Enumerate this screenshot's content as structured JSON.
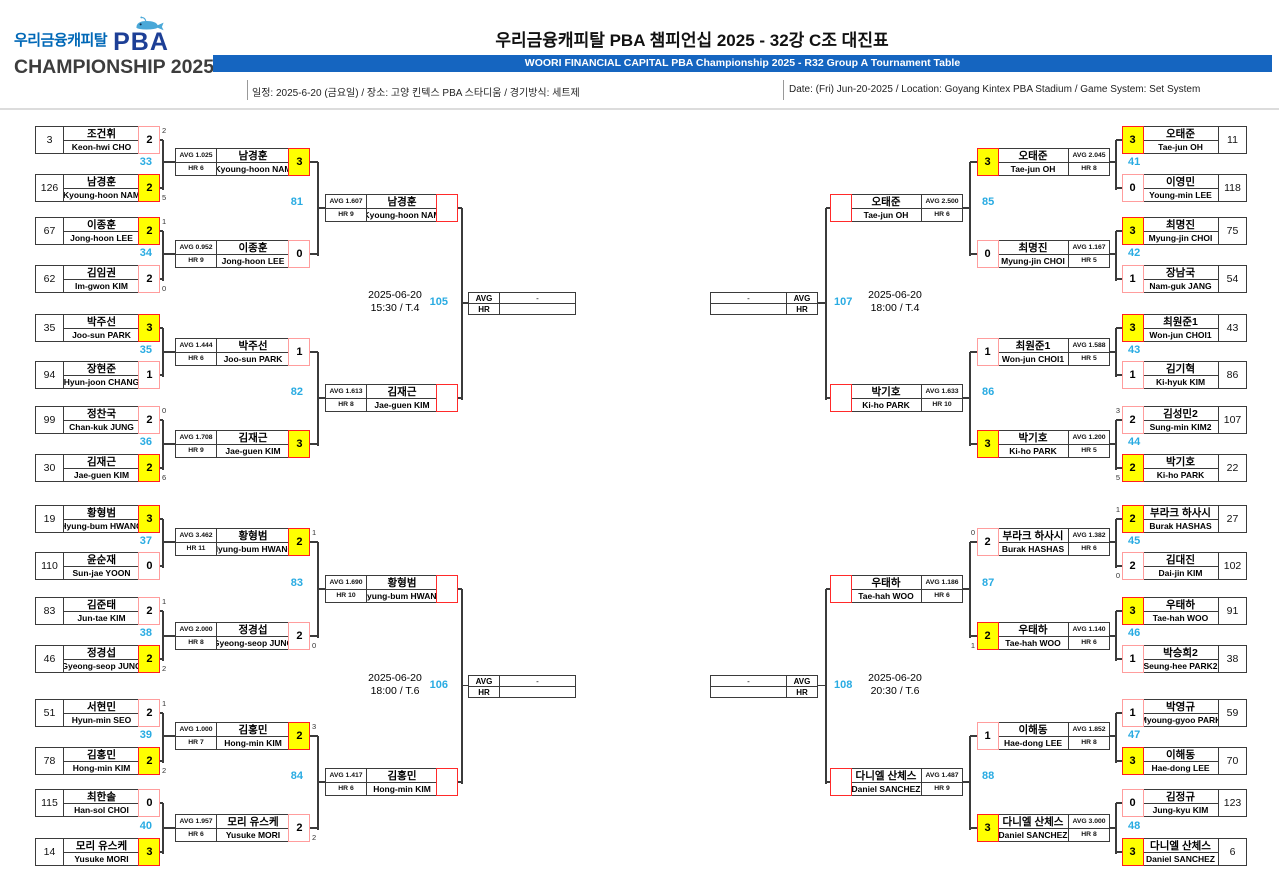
{
  "header": {
    "logo": {
      "brand_kr": "우리금융캐피탈",
      "brand_pba": "PBA",
      "championship": "CHAMPIONSHIP 2025"
    },
    "title_kr": "우리금융캐피탈 PBA 챔피언십 2025 - 32강 C조 대진표",
    "title_en": "WOORI FINANCIAL CAPITAL PBA Championship 2025 - R32 Group A Tournament Table",
    "info_kr": "일정: 2025-6-20 (금요일) / 장소: 고양 킨텍스 PBA 스타디움 / 경기방식: 세트제",
    "info_en": "Date: (Fri) Jun-20-2025 / Location: Goyang Kintex PBA Stadium / Game System: Set System"
  },
  "colors": {
    "accent_blue": "#29abe2",
    "bar_blue": "#1565c0",
    "winner_yellow": "#ffff00",
    "winner_border": "#ff1e1e",
    "loser_border": "#ff9d9d",
    "line_dark": "#3b3b3b",
    "brand_blue": "#0068b7",
    "brand_navy": "#1d3f96"
  },
  "result_labels": {
    "avg": "AVG",
    "hr": "HR",
    "avg_value": "-",
    "hr_value": ""
  },
  "L": {
    "r1": [
      {
        "num": "33",
        "p1": {
          "seed": "3",
          "kr": "조건휘",
          "en": "Keon-hwi CHO",
          "score": "2",
          "sup": "2",
          "win": false
        },
        "p2": {
          "seed": "126",
          "kr": "남경훈",
          "en": "Kyoung-hoon NAM",
          "score": "2",
          "sup": "5",
          "win": true
        }
      },
      {
        "num": "34",
        "p1": {
          "seed": "67",
          "kr": "이종훈",
          "en": "Jong-hoon LEE",
          "score": "2",
          "sup": "1",
          "win": true
        },
        "p2": {
          "seed": "62",
          "kr": "김임권",
          "en": "Im-gwon KIM",
          "score": "2",
          "sup": "0",
          "win": false
        }
      },
      {
        "num": "35",
        "p1": {
          "seed": "35",
          "kr": "박주선",
          "en": "Joo-sun PARK",
          "score": "3",
          "win": true
        },
        "p2": {
          "seed": "94",
          "kr": "장현준",
          "en": "Hyun-joon CHANG",
          "score": "1",
          "win": false
        }
      },
      {
        "num": "36",
        "p1": {
          "seed": "99",
          "kr": "정찬국",
          "en": "Chan-kuk JUNG",
          "score": "2",
          "sup": "0",
          "win": false
        },
        "p2": {
          "seed": "30",
          "kr": "김재근",
          "en": "Jae-guen KIM",
          "score": "2",
          "sup": "6",
          "win": true
        }
      },
      {
        "num": "37",
        "p1": {
          "seed": "19",
          "kr": "황형범",
          "en": "Hyung-bum HWANG",
          "score": "3",
          "win": true
        },
        "p2": {
          "seed": "110",
          "kr": "윤순재",
          "en": "Sun-jae YOON",
          "score": "0",
          "win": false
        }
      },
      {
        "num": "38",
        "p1": {
          "seed": "83",
          "kr": "김준태",
          "en": "Jun-tae KIM",
          "score": "2",
          "sup": "1",
          "win": false
        },
        "p2": {
          "seed": "46",
          "kr": "정경섭",
          "en": "Gyeong-seop JUNG",
          "score": "2",
          "sup": "2",
          "win": true
        }
      },
      {
        "num": "39",
        "p1": {
          "seed": "51",
          "kr": "서현민",
          "en": "Hyun-min SEO",
          "score": "2",
          "sup": "1",
          "win": false
        },
        "p2": {
          "seed": "78",
          "kr": "김홍민",
          "en": "Hong-min KIM",
          "score": "2",
          "sup": "2",
          "win": true
        }
      },
      {
        "num": "40",
        "p1": {
          "seed": "115",
          "kr": "최한솔",
          "en": "Han-sol CHOI",
          "score": "0",
          "win": false
        },
        "p2": {
          "seed": "14",
          "kr": "모리 유스케",
          "en": "Yusuke MORI",
          "score": "3",
          "win": true
        }
      }
    ],
    "r16": [
      {
        "avg": "AVG 1.025",
        "hr": "HR 6",
        "kr": "남경훈",
        "en": "Kyoung-hoon NAM",
        "score": "3",
        "win": true
      },
      {
        "avg": "AVG 0.952",
        "hr": "HR 9",
        "kr": "이종훈",
        "en": "Jong-hoon LEE",
        "score": "0",
        "win": false
      },
      {
        "avg": "AVG 1.444",
        "hr": "HR 6",
        "kr": "박주선",
        "en": "Joo-sun PARK",
        "score": "1",
        "win": false
      },
      {
        "avg": "AVG 1.708",
        "hr": "HR 9",
        "kr": "김재근",
        "en": "Jae-guen KIM",
        "score": "3",
        "win": true
      },
      {
        "avg": "AVG 3.462",
        "hr": "HR 11",
        "kr": "황형범",
        "en": "Hyung-bum HWANG",
        "score": "2",
        "sup": "1",
        "win": true
      },
      {
        "avg": "AVG 2.000",
        "hr": "HR 8",
        "kr": "정경섭",
        "en": "Gyeong-seop JUNG",
        "score": "2",
        "sup": "0",
        "win": false
      },
      {
        "avg": "AVG 1.000",
        "hr": "HR 7",
        "kr": "김홍민",
        "en": "Hong-min KIM",
        "score": "2",
        "sup": "3",
        "win": true
      },
      {
        "avg": "AVG 1.957",
        "hr": "HR 6",
        "kr": "모리 유스케",
        "en": "Yusuke MORI",
        "score": "2",
        "sup": "2",
        "win": false
      }
    ],
    "mn16": [
      "81",
      "82",
      "83",
      "84"
    ],
    "qf": [
      {
        "avg": "AVG 1.607",
        "hr": "HR 9",
        "kr": "남경훈",
        "en": "Kyoung-hoon NAM"
      },
      {
        "avg": "AVG 1.613",
        "hr": "HR 8",
        "kr": "김재근",
        "en": "Jae-guen KIM"
      },
      {
        "avg": "AVG 1.690",
        "hr": "HR 10",
        "kr": "황형범",
        "en": "Hyung-bum HWANG"
      },
      {
        "avg": "AVG 1.417",
        "hr": "HR 6",
        "kr": "김홍민",
        "en": "Hong-min KIM"
      }
    ],
    "qfm": [
      {
        "num": "105",
        "date": "2025-06-20",
        "time": "15:30 / T.4"
      },
      {
        "num": "106",
        "date": "2025-06-20",
        "time": "18:00 / T.6"
      }
    ]
  },
  "R": {
    "r1": [
      {
        "num": "41",
        "p1": {
          "seed": "11",
          "kr": "오태준",
          "en": "Tae-jun OH",
          "score": "3",
          "win": true
        },
        "p2": {
          "seed": "118",
          "kr": "이영민",
          "en": "Young-min LEE",
          "score": "0",
          "win": false
        }
      },
      {
        "num": "42",
        "p1": {
          "seed": "75",
          "kr": "최명진",
          "en": "Myung-jin CHOI",
          "score": "3",
          "win": true
        },
        "p2": {
          "seed": "54",
          "kr": "장남국",
          "en": "Nam-guk JANG",
          "score": "1",
          "win": false
        }
      },
      {
        "num": "43",
        "p1": {
          "seed": "43",
          "kr": "최원준1",
          "en": "Won-jun CHOI1",
          "score": "3",
          "win": true
        },
        "p2": {
          "seed": "86",
          "kr": "김기혁",
          "en": "Ki-hyuk KIM",
          "score": "1",
          "win": false
        }
      },
      {
        "num": "44",
        "p1": {
          "seed": "107",
          "kr": "김성민2",
          "en": "Sung-min KIM2",
          "score": "2",
          "sup": "3",
          "win": false
        },
        "p2": {
          "seed": "22",
          "kr": "박기호",
          "en": "Ki-ho PARK",
          "score": "2",
          "sup": "5",
          "win": true
        }
      },
      {
        "num": "45",
        "p1": {
          "seed": "27",
          "kr": "부라크 하사시",
          "en": "Burak HASHAS",
          "score": "2",
          "sup": "1",
          "win": true
        },
        "p2": {
          "seed": "102",
          "kr": "김대진",
          "en": "Dai-jin KIM",
          "score": "2",
          "sup": "0",
          "win": false
        }
      },
      {
        "num": "46",
        "p1": {
          "seed": "91",
          "kr": "우태하",
          "en": "Tae-hah WOO",
          "score": "3",
          "win": true
        },
        "p2": {
          "seed": "38",
          "kr": "박승희2",
          "en": "Seung-hee PARK2",
          "score": "1",
          "win": false
        }
      },
      {
        "num": "47",
        "p1": {
          "seed": "59",
          "kr": "박영규",
          "en": "Myoung-gyoo PARK",
          "score": "1",
          "win": false
        },
        "p2": {
          "seed": "70",
          "kr": "이해동",
          "en": "Hae-dong LEE",
          "score": "3",
          "win": true
        }
      },
      {
        "num": "48",
        "p1": {
          "seed": "123",
          "kr": "김정규",
          "en": "Jung-kyu KIM",
          "score": "0",
          "win": false
        },
        "p2": {
          "seed": "6",
          "kr": "다니엘 산체스",
          "en": "Daniel SANCHEZ",
          "score": "3",
          "win": true
        }
      }
    ],
    "r16": [
      {
        "avg": "AVG 2.045",
        "hr": "HR 8",
        "kr": "오태준",
        "en": "Tae-jun OH",
        "score": "3",
        "win": true
      },
      {
        "avg": "AVG 1.167",
        "hr": "HR 5",
        "kr": "최명진",
        "en": "Myung-jin CHOI",
        "score": "0",
        "win": false
      },
      {
        "avg": "AVG 1.588",
        "hr": "HR 5",
        "kr": "최원준1",
        "en": "Won-jun CHOI1",
        "score": "1",
        "win": false
      },
      {
        "avg": "AVG 1.200",
        "hr": "HR 5",
        "kr": "박기호",
        "en": "Ki-ho PARK",
        "score": "3",
        "win": true
      },
      {
        "avg": "AVG 1.382",
        "hr": "HR 6",
        "kr": "부라크 하사시",
        "en": "Burak HASHAS",
        "score": "2",
        "sup": "0",
        "win": false
      },
      {
        "avg": "AVG 1.140",
        "hr": "HR 6",
        "kr": "우태하",
        "en": "Tae-hah WOO",
        "score": "2",
        "sup": "1",
        "win": true
      },
      {
        "avg": "AVG 1.852",
        "hr": "HR 8",
        "kr": "이해동",
        "en": "Hae-dong LEE",
        "score": "1",
        "win": false
      },
      {
        "avg": "AVG 3.000",
        "hr": "HR 8",
        "kr": "다니엘 산체스",
        "en": "Daniel SANCHEZ",
        "score": "3",
        "win": true
      }
    ],
    "mn16": [
      "85",
      "86",
      "87",
      "88"
    ],
    "qf": [
      {
        "avg": "AVG 2.500",
        "hr": "HR 6",
        "kr": "오태준",
        "en": "Tae-jun OH"
      },
      {
        "avg": "AVG 1.633",
        "hr": "HR 10",
        "kr": "박기호",
        "en": "Ki-ho PARK"
      },
      {
        "avg": "AVG 1.186",
        "hr": "HR 6",
        "kr": "우태하",
        "en": "Tae-hah WOO"
      },
      {
        "avg": "AVG 1.487",
        "hr": "HR 9",
        "kr": "다니엘 산체스",
        "en": "Daniel SANCHEZ"
      }
    ],
    "qfm": [
      {
        "num": "107",
        "date": "2025-06-20",
        "time": "18:00 / T.4"
      },
      {
        "num": "108",
        "date": "2025-06-20",
        "time": "20:30 / T.6"
      }
    ]
  }
}
